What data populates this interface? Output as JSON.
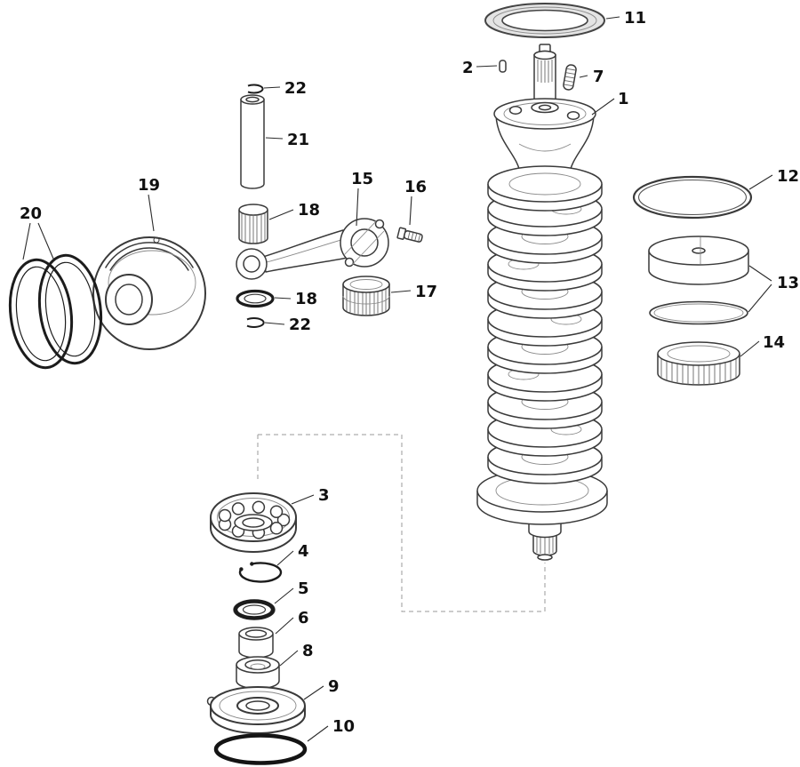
{
  "diagram": {
    "background_color": "#ffffff",
    "line_color": "#3a3a3a",
    "labels": {
      "n1": "1",
      "n2": "2",
      "n3": "3",
      "n4": "4",
      "n5": "5",
      "n6": "6",
      "n7": "7",
      "n8": "8",
      "n9": "9",
      "n10": "10",
      "n11": "11",
      "n12": "12",
      "n13": "13",
      "n14": "14",
      "n15": "15",
      "n16": "16",
      "n17": "17",
      "n18a": "18",
      "n18b": "18",
      "n19": "19",
      "n20": "20",
      "n21": "21",
      "n22a": "22",
      "n22b": "22"
    }
  }
}
